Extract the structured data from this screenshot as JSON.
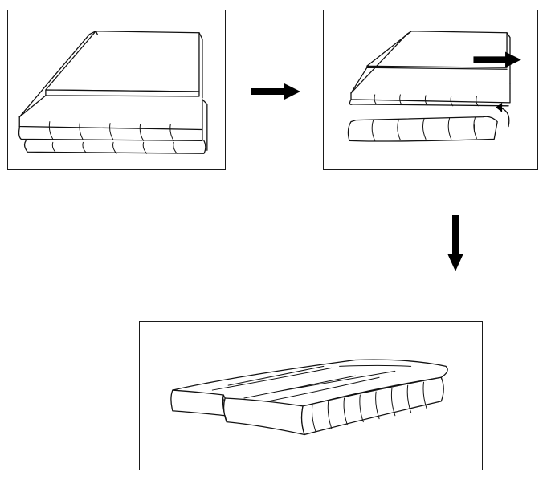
{
  "figure": {
    "steps": [
      {
        "step": 1,
        "state": "sofa-bed-folded",
        "icon": "folded-sofa-bed-illustration"
      },
      {
        "step": 2,
        "state": "seat-slid-out-and-back-flipped",
        "icon": "unfolding-sofa-bed-illustration"
      },
      {
        "step": 3,
        "state": "flat-bed",
        "icon": "flat-sofa-bed-illustration"
      }
    ],
    "arrows": [
      {
        "from": 1,
        "to": 2,
        "icon": "arrow-right-icon"
      },
      {
        "from": 2,
        "to": 3,
        "icon": "arrow-down-icon"
      }
    ],
    "colors": {
      "ink": "#111111",
      "background": "#ffffff",
      "frame": "#1a1a1a"
    }
  }
}
